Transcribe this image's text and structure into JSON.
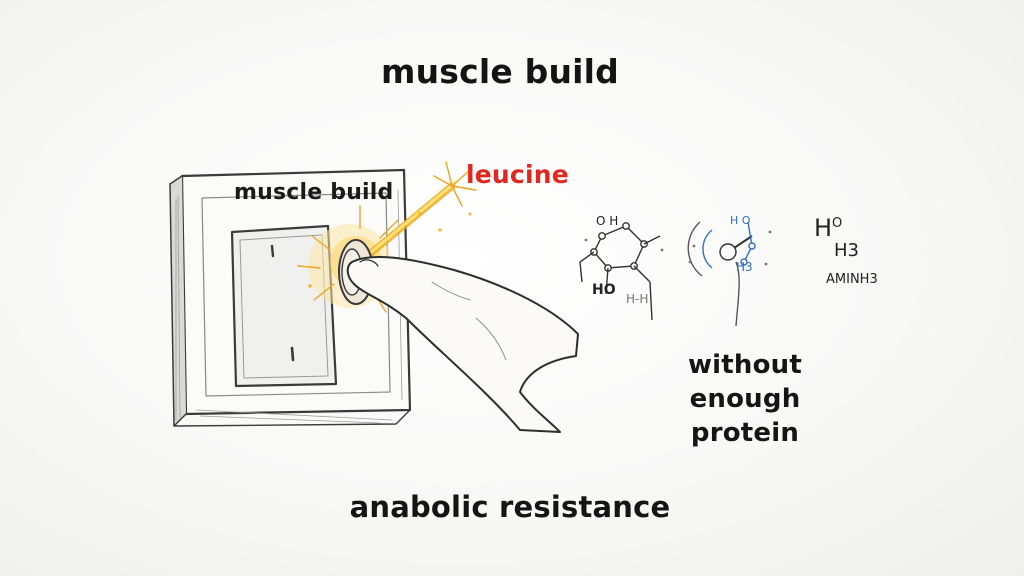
{
  "title": "muscle build",
  "switch": {
    "label": "muscle build"
  },
  "trigger": {
    "label": "leucine",
    "color": "#e0281e",
    "spark_color": "#f5b21c"
  },
  "molecules": {
    "formula_main": "H",
    "formula_sup": "O",
    "formula_sub": "H3",
    "formula_amine": "AMINH3",
    "ring_top_label": "O H",
    "ring_bottom_label": "HO",
    "ring_side_label": "H-H",
    "center_top_label": "H  O",
    "center_bottom_label": "H3",
    "accent_color": "#2f6fc4"
  },
  "caption": {
    "line1": "without enough",
    "line2": "protein"
  },
  "bottom_label": "anabolic resistance"
}
